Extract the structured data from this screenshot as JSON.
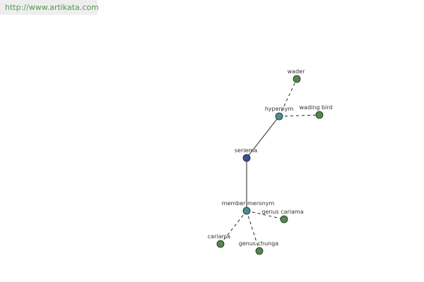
{
  "header": {
    "url": "http://www.artikata.com"
  },
  "colors": {
    "center": "#3b4c91",
    "relation": "#4b8f8c",
    "leaf": "#4f8a4a"
  },
  "graph": {
    "nodes": [
      {
        "id": "seriema",
        "label": "seriema",
        "kind": "center"
      },
      {
        "id": "hypernym",
        "label": "hypernym",
        "kind": "relation"
      },
      {
        "id": "member-meronym",
        "label": "member meronym",
        "kind": "relation"
      },
      {
        "id": "wader",
        "label": "wader",
        "kind": "leaf"
      },
      {
        "id": "wading-bird",
        "label": "wading bird",
        "kind": "leaf"
      },
      {
        "id": "genus-cariama",
        "label": "genus cariama",
        "kind": "leaf"
      },
      {
        "id": "cariama",
        "label": "cariama",
        "kind": "leaf"
      },
      {
        "id": "genus-chunga",
        "label": "genus chunga",
        "kind": "leaf"
      }
    ],
    "edges": [
      {
        "from": "seriema",
        "to": "hypernym",
        "style": "solid"
      },
      {
        "from": "seriema",
        "to": "member-meronym",
        "style": "solid"
      },
      {
        "from": "hypernym",
        "to": "wader",
        "style": "dashed"
      },
      {
        "from": "hypernym",
        "to": "wading-bird",
        "style": "dashed"
      },
      {
        "from": "member-meronym",
        "to": "genus-cariama",
        "style": "dashed"
      },
      {
        "from": "member-meronym",
        "to": "cariama",
        "style": "dashed"
      },
      {
        "from": "member-meronym",
        "to": "genus-chunga",
        "style": "dashed"
      }
    ]
  }
}
